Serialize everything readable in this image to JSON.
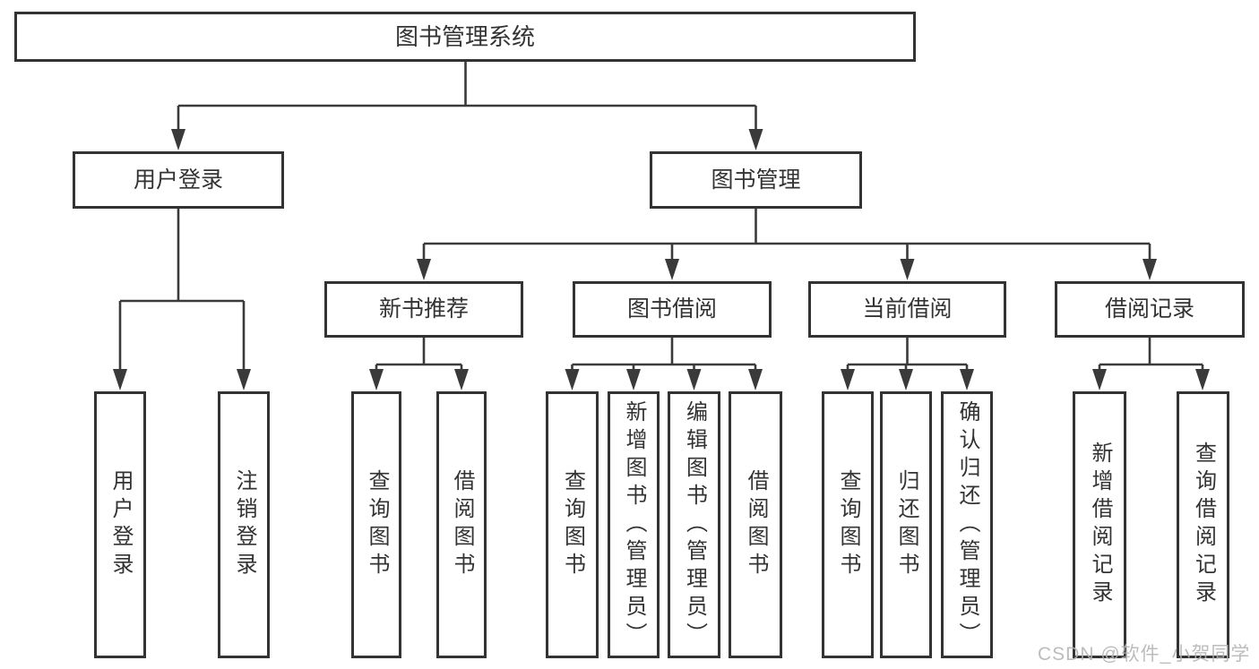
{
  "diagram": {
    "title": "图书管理系统",
    "watermark": "CSDN @软件_小贺同学",
    "colors": {
      "line": "#3a3a3a",
      "node_border": "#333333",
      "node_fill": "#ffffff",
      "text": "#333333",
      "watermark": "#b3b3b3",
      "background": "#ffffff"
    },
    "tree": {
      "root": "图书管理系统",
      "branches": [
        {
          "label": "用户登录",
          "children": [
            "用户登录",
            "注销登录"
          ]
        },
        {
          "label": "图书管理",
          "children": [
            {
              "label": "新书推荐",
              "children": [
                "查询图书",
                "借阅图书"
              ]
            },
            {
              "label": "图书借阅",
              "children": [
                "查询图书",
                "新增图书（管理员）",
                "编辑图书（管理员）",
                "借阅图书"
              ]
            },
            {
              "label": "当前借阅",
              "children": [
                "查询图书",
                "归还图书",
                "确认归还（管理员）"
              ]
            },
            {
              "label": "借阅记录",
              "children": [
                "新增借阅记录",
                "查询借阅记录"
              ]
            }
          ]
        }
      ]
    }
  }
}
